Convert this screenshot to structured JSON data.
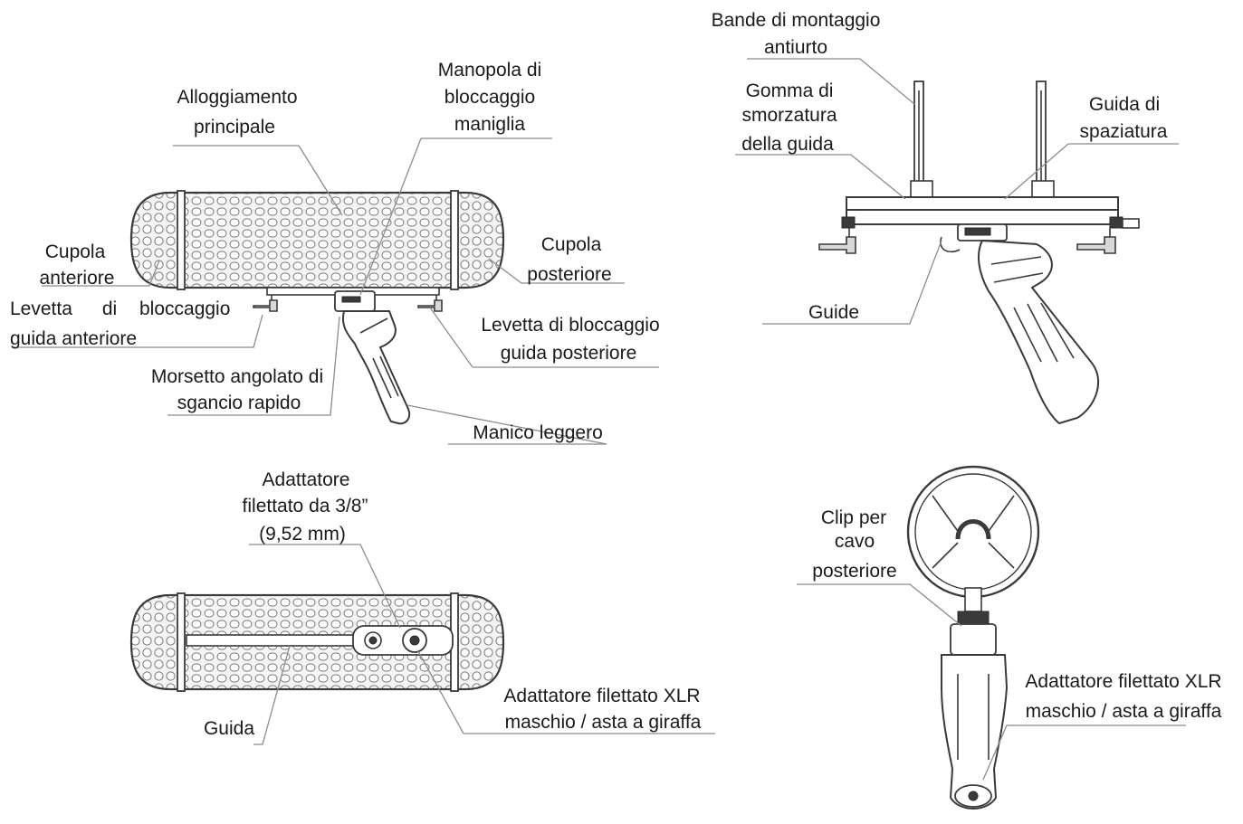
{
  "colors": {
    "outline": "#3a3a3a",
    "leader": "#8c8c8c",
    "text": "#1a1a1a",
    "mesh": "#d8d8d8"
  },
  "labels": {
    "alloggiamento": [
      "Alloggiamento",
      "principale"
    ],
    "manopola": [
      "Manopola di",
      "bloccaggio",
      "maniglia"
    ],
    "cupola_ant": [
      "Cupola",
      "anteriore"
    ],
    "cupola_post": [
      "Cupola",
      "posteriore"
    ],
    "levetta_ant_a": [
      "Levetta",
      "di",
      "bloccaggio"
    ],
    "levetta_ant_b": "guida anteriore",
    "levetta_post": [
      "Levetta di bloccaggio",
      "guida posteriore"
    ],
    "morsetto": [
      "Morsetto angolato di",
      "sgancio rapido"
    ],
    "manico": "Manico leggero",
    "bande": [
      "Bande di montaggio",
      "antiurto"
    ],
    "gomma": [
      "Gomma di",
      "smorzatura",
      "della guida"
    ],
    "guida_spaz": [
      "Guida di",
      "spaziatura"
    ],
    "guide": "Guide",
    "adattatore_38": [
      "Adattatore",
      "filettato da 3/8”",
      "(9,52 mm)"
    ],
    "guida": "Guida",
    "xlr_bottom": [
      "Adattatore filettato XLR",
      "maschio / asta a giraffa"
    ],
    "clip": [
      "Clip per",
      "cavo",
      "posteriore"
    ],
    "xlr_right": [
      "Adattatore filettato XLR",
      "maschio / asta a giraffa"
    ]
  }
}
